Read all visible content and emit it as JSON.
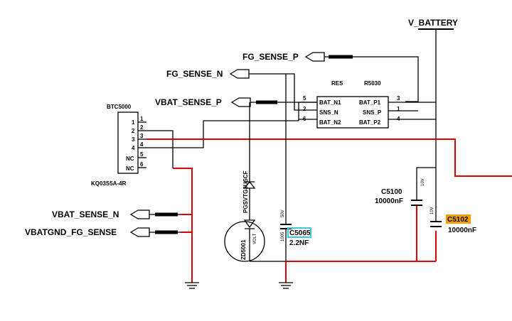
{
  "nets": {
    "v_battery": "V_BATTERY",
    "fg_sense_p": "FG_SENSE_P",
    "fg_sense_n": "FG_SENSE_N",
    "vbat_sense_p": "VBAT_SENSE_P",
    "vbat_sense_n": "VBAT_SENSE_N",
    "vbatgnd_fg_sense": "VBATGND_FG_SENSE"
  },
  "connector": {
    "ref": "BTC5000",
    "part": "KQ03S5A-4R",
    "pins_right": [
      "1",
      "2",
      "3",
      "4",
      "5",
      "6"
    ],
    "pins_left": [
      "1",
      "2",
      "3",
      "4",
      "NC",
      "NC"
    ]
  },
  "resistor": {
    "label": "RES",
    "ref": "R5030",
    "left_pins": [
      "BAT_N1",
      "SNS_N",
      "BAT_N2"
    ],
    "left_nums": [
      "5",
      "2",
      "6"
    ],
    "right_pins": [
      "BAT_P1",
      "SNS_P",
      "BAT_P2"
    ],
    "right_nums": [
      "3",
      "1",
      "4"
    ]
  },
  "diode": {
    "ref": "ZD5001",
    "part": "PGSVTG3USCF",
    "mark": "VOLT"
  },
  "capacitors": [
    {
      "ref": "C5065",
      "value": "2.2NF",
      "voltage": "50V",
      "size": "1005",
      "highlight": "#3cc8d8"
    },
    {
      "ref": "C5100",
      "value": "10000nF",
      "voltage": "10V"
    },
    {
      "ref": "C5102",
      "value": "10000nF",
      "voltage": "10V",
      "highlight": "#f5a000"
    }
  ],
  "colors": {
    "wire": "#000000",
    "highlighted_net": "#e00000"
  }
}
